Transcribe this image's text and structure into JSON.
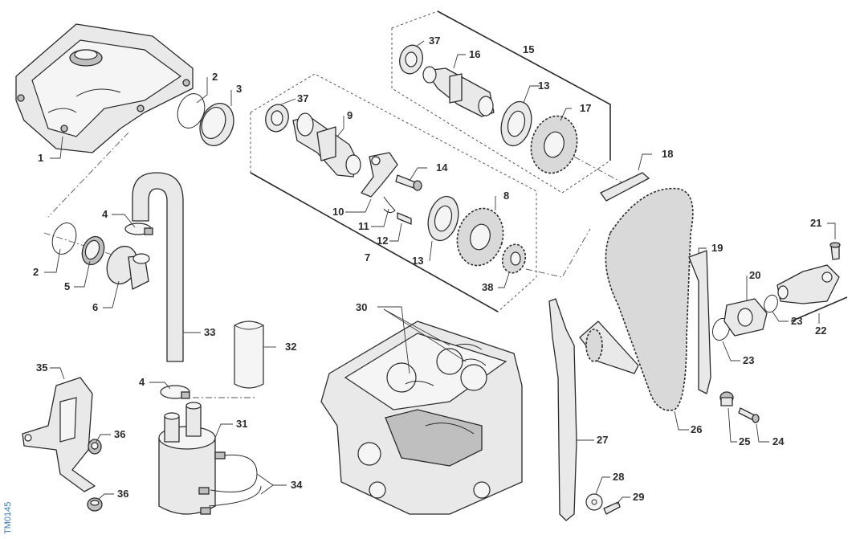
{
  "callouts": [
    "1",
    "2",
    "3",
    "4",
    "2",
    "5",
    "6",
    "37",
    "9",
    "14",
    "10",
    "11",
    "12",
    "7",
    "13",
    "8",
    "38",
    "37",
    "16",
    "15",
    "13",
    "17",
    "18",
    "19",
    "20",
    "21",
    "22",
    "23",
    "23",
    "24",
    "25",
    "26",
    "27",
    "28",
    "29",
    "30",
    "33",
    "32",
    "31",
    "34",
    "4",
    "35",
    "36",
    "36"
  ],
  "drawing_code": "TM0145",
  "colors": {
    "lines": "#2a2a2a",
    "code": "#3c79b5",
    "fill": "#e9e9e9"
  }
}
